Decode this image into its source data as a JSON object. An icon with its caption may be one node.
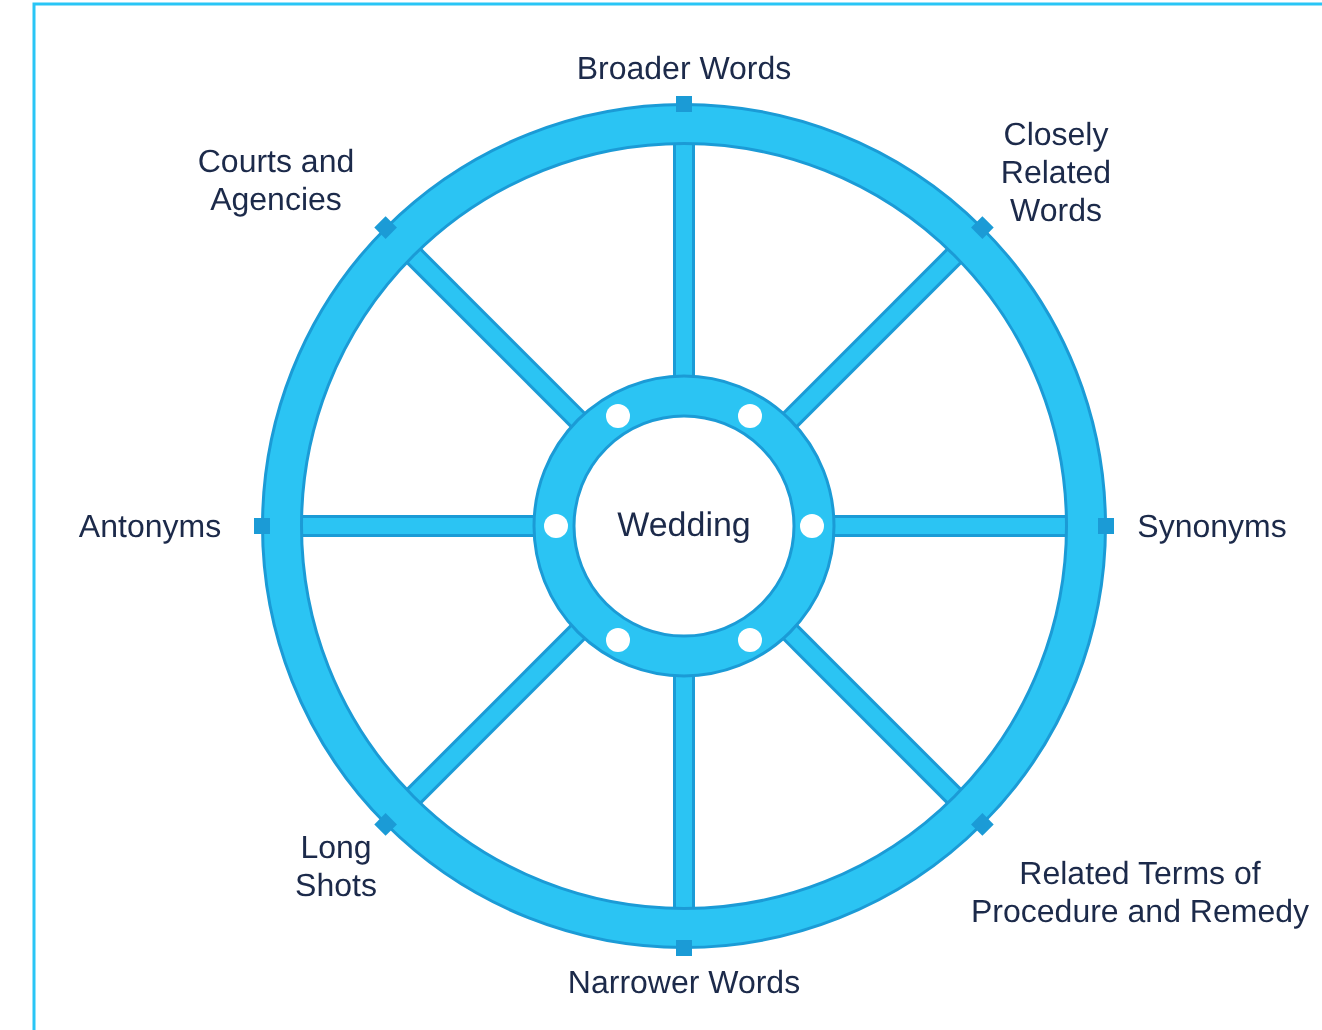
{
  "diagram": {
    "nodes": [
      {
        "text": [
          "Wedding"
        ]
      }
    ],
    "labels": [
      "Broader Words",
      "Closely Related Words",
      "Synonyms",
      "Related Terms of Procedure and Remedy",
      "Narrower Words",
      "Long Shots",
      "Antonyms",
      "Courts and Agencies"
    ]
  }
}
